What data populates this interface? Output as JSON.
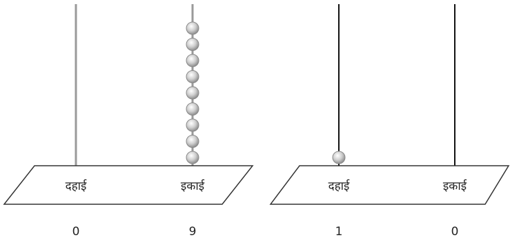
{
  "abacus_left": {
    "tens_label": "दहाई",
    "ones_label": "इकाई",
    "tens_value": "0",
    "ones_value": "9",
    "tens_beads": 0,
    "ones_beads": 9,
    "rod_color": "#9a9a9a"
  },
  "abacus_right": {
    "tens_label": "दहाई",
    "ones_label": "इकाई",
    "tens_value": "1",
    "ones_value": "0",
    "tens_beads": 1,
    "ones_beads": 0,
    "rod_color": "#111111"
  },
  "colors": {
    "bead_fill": "#c8c8c8",
    "bead_stroke": "#8a8a8a",
    "base_stroke": "#333333"
  }
}
